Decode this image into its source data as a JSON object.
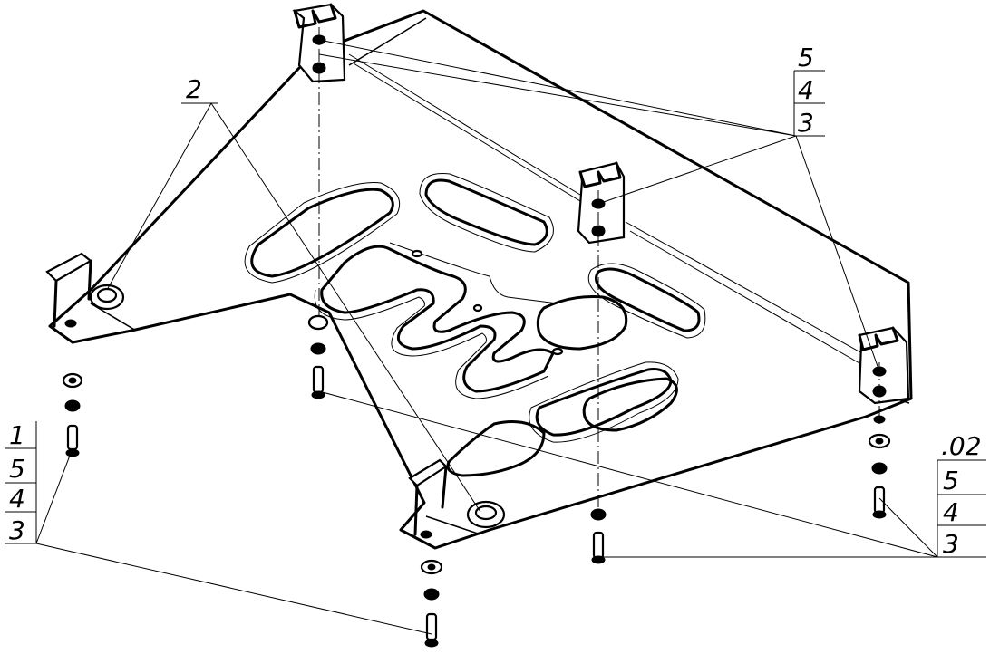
{
  "callouts": {
    "top_right": [
      "5",
      "4",
      "3"
    ],
    "top_left": [
      "2"
    ],
    "left": [
      "1",
      "5",
      "4",
      "3"
    ],
    "right": [
      ".02",
      "5",
      "4",
      "3"
    ]
  },
  "colors": {
    "line": "#000000",
    "background": "#ffffff"
  }
}
